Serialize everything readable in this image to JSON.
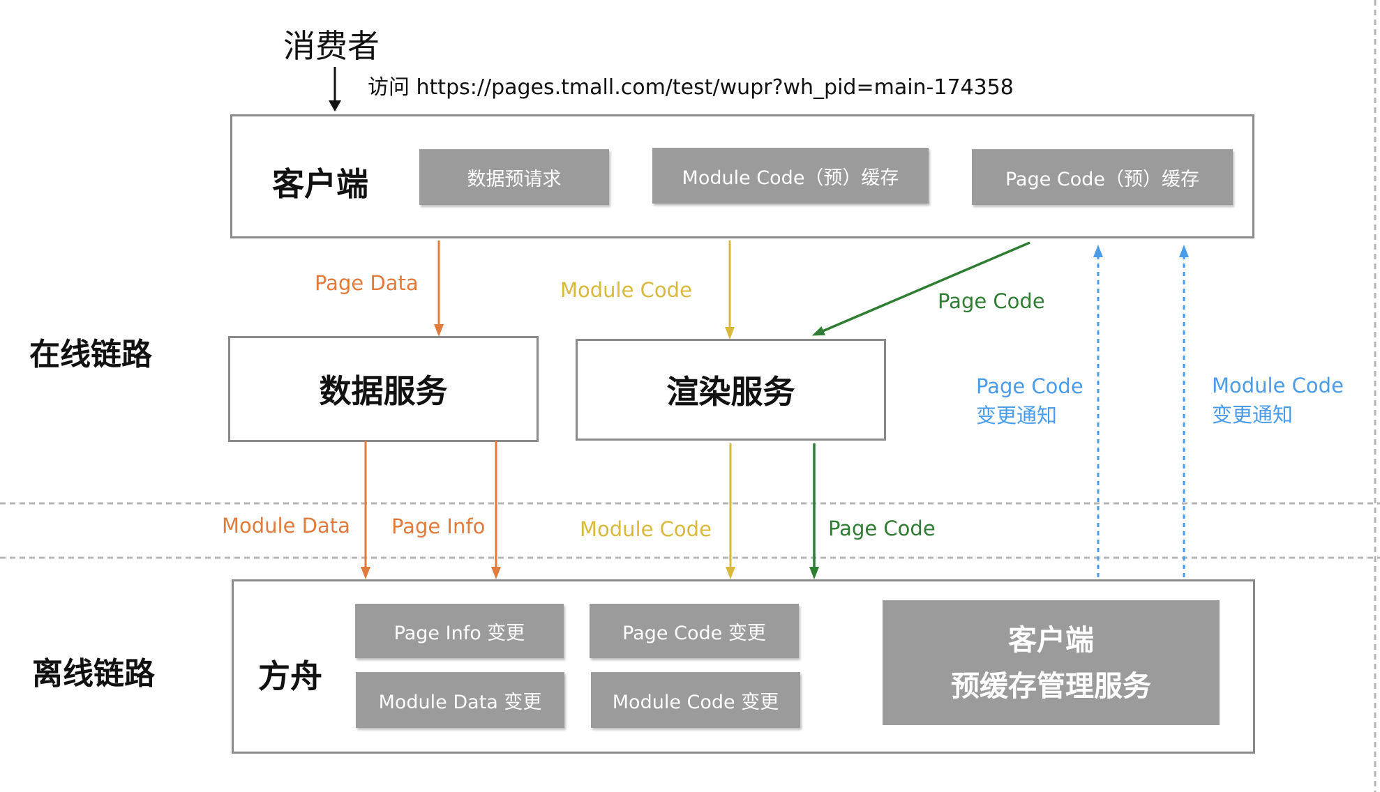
{
  "consumer": {
    "label": "消费者",
    "visit_text": "访问 https://pages.tmall.com/test/wupr?wh_pid=main-174358"
  },
  "client": {
    "title": "客户端",
    "chips": [
      "数据预请求",
      "Module Code（预）缓存",
      "Page Code（预）缓存"
    ]
  },
  "online": {
    "label": "在线链路",
    "data_service": "数据服务",
    "render_service": "渲染服务"
  },
  "offline": {
    "label": "离线链路",
    "title": "方舟",
    "chips": [
      "Page Info 变更",
      "Page Code 变更",
      "Module Data 变更",
      "Module Code 变更"
    ],
    "manager_line1": "客户端",
    "manager_line2": "预缓存管理服务"
  },
  "flows": {
    "page_data": "Page Data",
    "module_code_upper": "Module Code",
    "page_code_upper": "Page Code",
    "page_code_notify_line1": "Page Code",
    "page_code_notify_line2": "变更通知",
    "module_code_notify_line1": "Module Code",
    "module_code_notify_line2": "变更通知",
    "module_data": "Module Data",
    "page_info": "Page Info",
    "module_code_lower": "Module Code",
    "page_code_lower": "Page Code"
  },
  "colors": {
    "orange": "#e07b3c",
    "yellow": "#d9b93c",
    "green": "#2e7d32",
    "blue": "#4a9be8",
    "box_border": "#8a8a8a",
    "chip_fill": "#9b9b9b"
  }
}
